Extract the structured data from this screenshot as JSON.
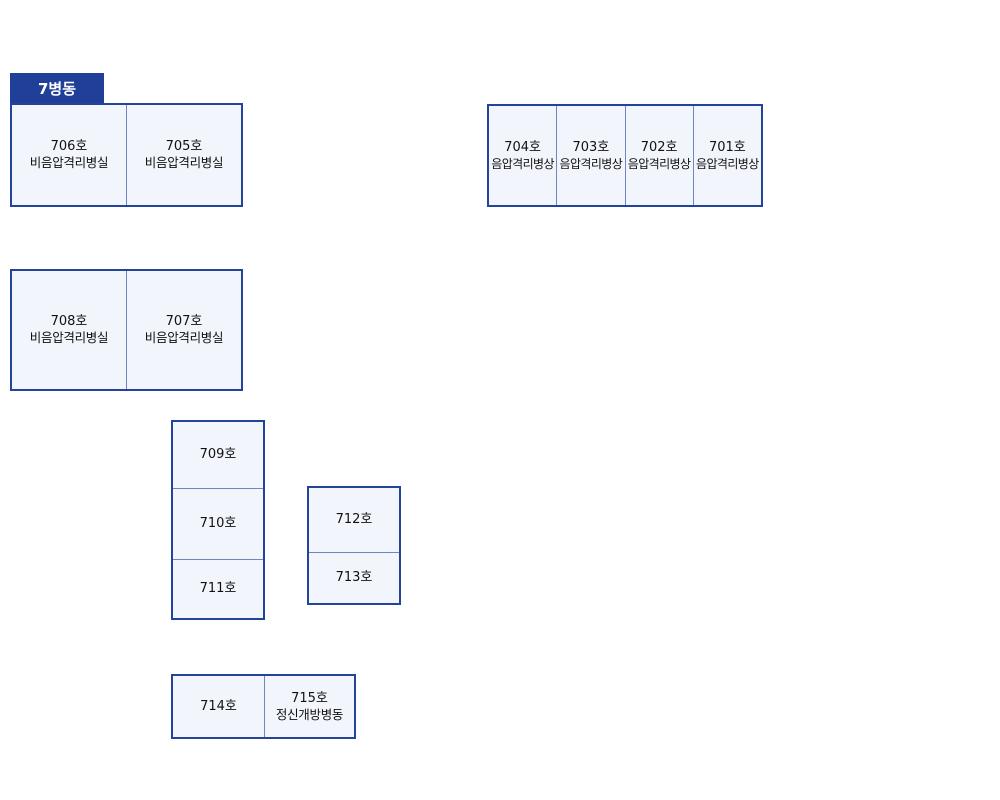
{
  "ward_label": "7병동",
  "blocks": {
    "b1": {
      "rooms": [
        {
          "number": "706호",
          "type": "비음압격리병실"
        },
        {
          "number": "705호",
          "type": "비음압격리병실"
        }
      ]
    },
    "b2": {
      "rooms": [
        {
          "number": "704호",
          "type": "음압격리병상"
        },
        {
          "number": "703호",
          "type": "음압격리병상"
        },
        {
          "number": "702호",
          "type": "음압격리병상"
        },
        {
          "number": "701호",
          "type": "음압격리병상"
        }
      ]
    },
    "b3": {
      "rooms": [
        {
          "number": "708호",
          "type": "비음압격리병실"
        },
        {
          "number": "707호",
          "type": "비음압격리병실"
        }
      ]
    },
    "b4": {
      "rooms": [
        {
          "number": "709호"
        },
        {
          "number": "710호"
        },
        {
          "number": "711호"
        }
      ]
    },
    "b5": {
      "rooms": [
        {
          "number": "712호"
        },
        {
          "number": "713호"
        }
      ]
    },
    "b6": {
      "rooms": [
        {
          "number": "714호"
        },
        {
          "number": "715호",
          "type": "정신개방병동"
        }
      ]
    }
  }
}
